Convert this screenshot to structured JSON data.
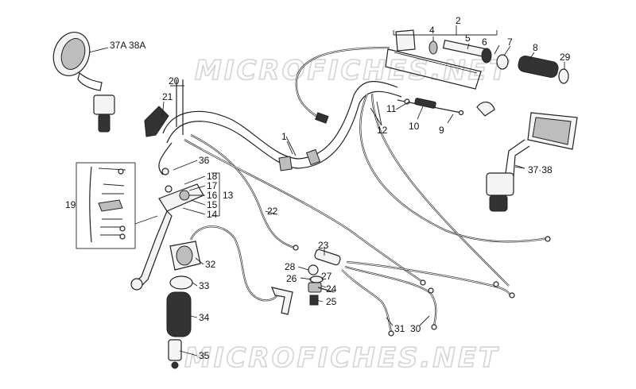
{
  "watermark": "MICROFICHES.NET",
  "callouts": [
    {
      "id": "c1",
      "label": "1"
    },
    {
      "id": "c2",
      "label": "2"
    },
    {
      "id": "c4",
      "label": "4"
    },
    {
      "id": "c5",
      "label": "5"
    },
    {
      "id": "c6",
      "label": "6"
    },
    {
      "id": "c7",
      "label": "7"
    },
    {
      "id": "c8",
      "label": "8"
    },
    {
      "id": "c29",
      "label": "29"
    },
    {
      "id": "c37a",
      "label": "37A 38A"
    },
    {
      "id": "c20",
      "label": "20"
    },
    {
      "id": "c21",
      "label": "21"
    },
    {
      "id": "c11",
      "label": "11"
    },
    {
      "id": "c12",
      "label": "12"
    },
    {
      "id": "c10",
      "label": "10"
    },
    {
      "id": "c9",
      "label": "9"
    },
    {
      "id": "c3738",
      "label": "37·38"
    },
    {
      "id": "c36",
      "label": "36"
    },
    {
      "id": "c18",
      "label": "18"
    },
    {
      "id": "c17",
      "label": "17"
    },
    {
      "id": "c16",
      "label": "16"
    },
    {
      "id": "c13",
      "label": "13"
    },
    {
      "id": "c15",
      "label": "15"
    },
    {
      "id": "c14",
      "label": "14"
    },
    {
      "id": "c19",
      "label": "19"
    },
    {
      "id": "c22",
      "label": "22"
    },
    {
      "id": "c23",
      "label": "23"
    },
    {
      "id": "c28",
      "label": "28"
    },
    {
      "id": "c27",
      "label": "27"
    },
    {
      "id": "c26",
      "label": "26"
    },
    {
      "id": "c24",
      "label": "24"
    },
    {
      "id": "c25",
      "label": "25"
    },
    {
      "id": "c32",
      "label": "32"
    },
    {
      "id": "c33",
      "label": "33"
    },
    {
      "id": "c34",
      "label": "34"
    },
    {
      "id": "c35",
      "label": "35"
    },
    {
      "id": "c31",
      "label": "31"
    },
    {
      "id": "c30",
      "label": "30"
    }
  ]
}
